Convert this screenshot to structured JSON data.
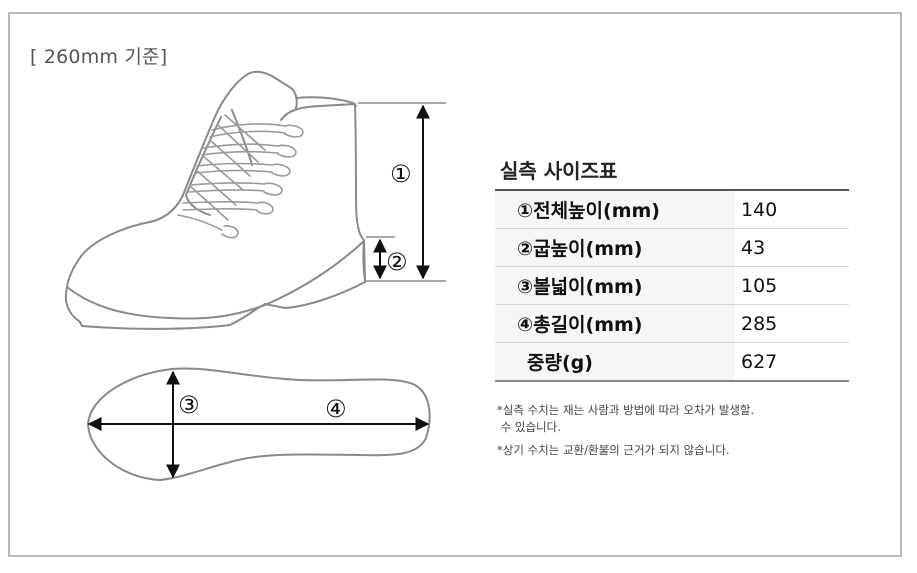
{
  "basis_label": "[ 260mm 기준]",
  "diagram": {
    "markers": {
      "m1": "①",
      "m2": "②",
      "m3": "③",
      "m4": "④"
    },
    "line_color": "#8a8a8a",
    "arrow_color": "#111111"
  },
  "size_table": {
    "title": "실측 사이즈표",
    "rows": [
      {
        "label": "①전체높이(mm)",
        "value": "140"
      },
      {
        "label": "②굽높이(mm)",
        "value": "43"
      },
      {
        "label": "③볼넓이(mm)",
        "value": "105"
      },
      {
        "label": "④총길이(mm)",
        "value": "285"
      },
      {
        "label": "중량(g)",
        "value": "627"
      }
    ]
  },
  "notes": {
    "note1_line1": "*실측 수치는 재는 사람과 방법에 따라 오차가 발생할.",
    "note1_line2": " 수 있습니다.",
    "note2": "*상기 수치는 교환/환불의 근거가 되지 않습니다."
  }
}
